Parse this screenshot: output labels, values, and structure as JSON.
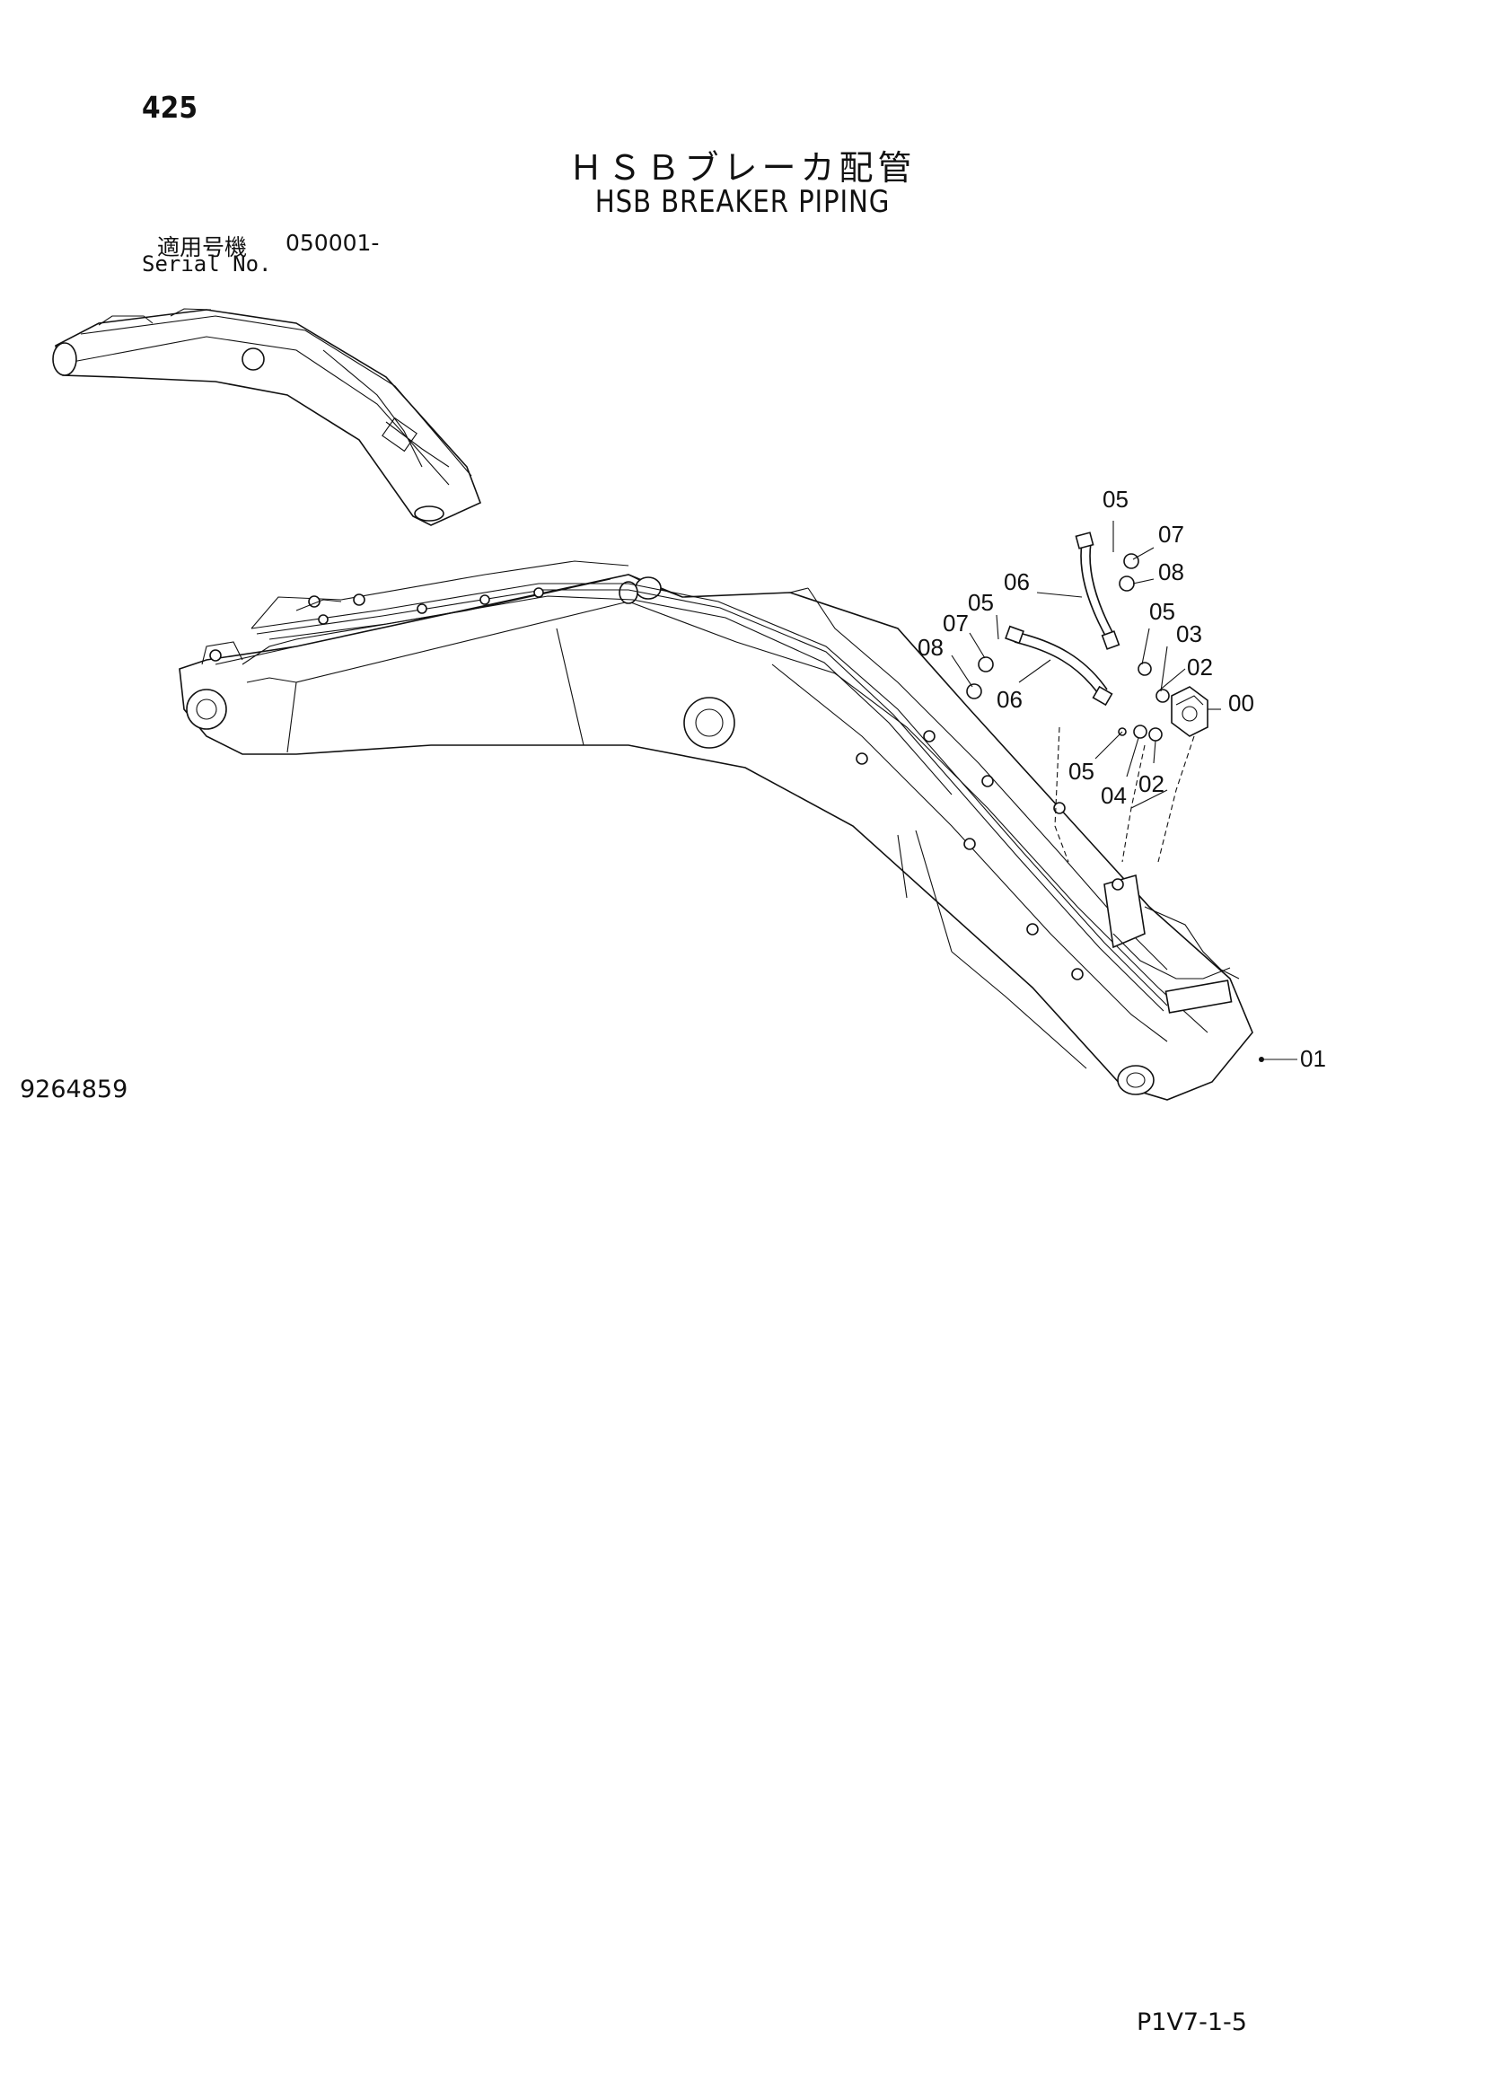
{
  "page": {
    "number": "425",
    "title_ja": "ＨＳＢブレーカ配管",
    "title_en": "HSB BREAKER PIPING",
    "serial_label_ja": "適用号機",
    "serial_value": "050001-",
    "serial_label_en": "Serial No.",
    "drawing_number": "9264859",
    "page_code": "P1V7-1-5"
  },
  "callouts": [
    {
      "id": "c-05-top",
      "label": "05"
    },
    {
      "id": "c-07-top",
      "label": "07"
    },
    {
      "id": "c-06-top",
      "label": "06"
    },
    {
      "id": "c-08-top",
      "label": "08"
    },
    {
      "id": "c-05-mid",
      "label": "05"
    },
    {
      "id": "c-05-right",
      "label": "05"
    },
    {
      "id": "c-07-left",
      "label": "07"
    },
    {
      "id": "c-03",
      "label": "03"
    },
    {
      "id": "c-08-left",
      "label": "08"
    },
    {
      "id": "c-02-top",
      "label": "02"
    },
    {
      "id": "c-06-left",
      "label": "06"
    },
    {
      "id": "c-00",
      "label": "00"
    },
    {
      "id": "c-05-low",
      "label": "05"
    },
    {
      "id": "c-02-low",
      "label": "02"
    },
    {
      "id": "c-04",
      "label": "04"
    },
    {
      "id": "c-01",
      "label": "01"
    }
  ]
}
